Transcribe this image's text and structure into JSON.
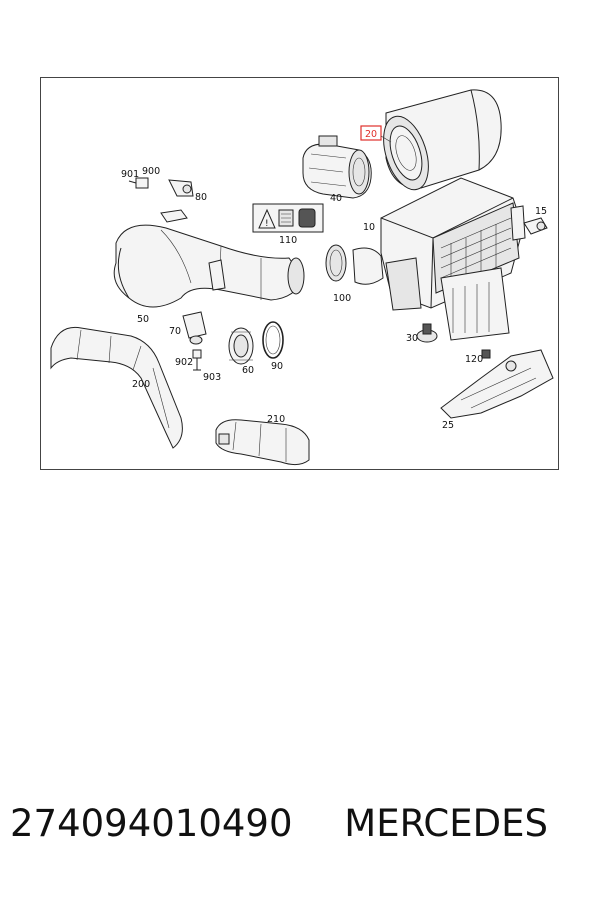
{
  "diagram": {
    "callouts": {
      "c20": "20",
      "c40": "40",
      "c901": "901",
      "c900": "900",
      "c80": "80",
      "c110": "110",
      "c10": "10",
      "c15": "15",
      "c50": "50",
      "c100": "100",
      "c70": "70",
      "c902": "902",
      "c903": "903",
      "c60": "60",
      "c90": "90",
      "c30": "30",
      "c120": "120",
      "c200": "200",
      "c210": "210",
      "c25": "25"
    },
    "highlight_color": "#e0302b"
  },
  "caption": {
    "part_number": "274094010490",
    "brand": "MERCEDES"
  }
}
